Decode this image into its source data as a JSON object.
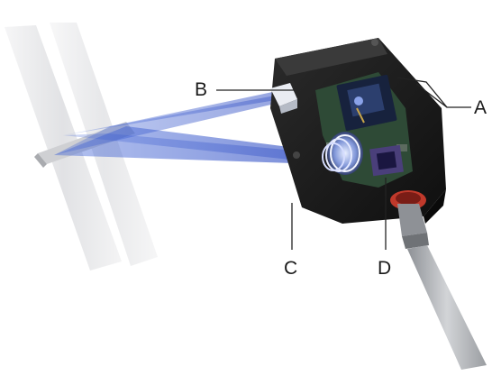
{
  "callouts": {
    "a": "A",
    "b": "B",
    "c": "C",
    "d": "D"
  },
  "colors": {
    "beam": "#2f52c8",
    "sensor_body": "#1c1c1c",
    "pcb": "#2e4a36",
    "connector_ring": "#c0392b",
    "cable": "#b9bcc0",
    "target_rail": "#e3e4e6",
    "leader_line": "#222222"
  },
  "icons": [
    "laser-beam",
    "receiver-lens",
    "cmos-sensor",
    "m12-connector"
  ]
}
